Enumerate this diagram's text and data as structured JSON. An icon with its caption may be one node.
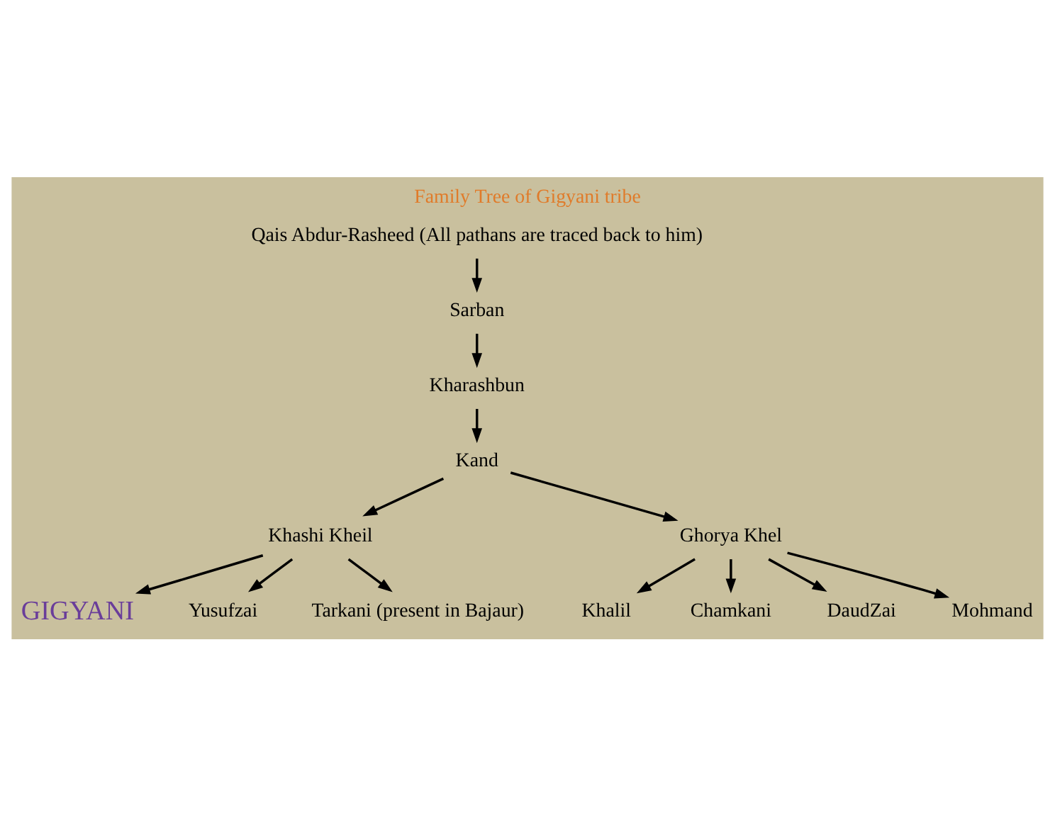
{
  "diagram": {
    "title": "Family Tree of Gigyani tribe",
    "nodes": [
      {
        "text": [
          "Qais Abdur-Rasheed (All pathans are traced back to him)"
        ]
      },
      {
        "text": [
          "Sarban"
        ]
      },
      {
        "text": [
          "Kharashbun"
        ]
      },
      {
        "text": [
          "Kand"
        ]
      },
      {
        "text": [
          "Khashi Kheil"
        ]
      },
      {
        "text": [
          "Ghorya Khel"
        ]
      },
      {
        "text": [
          "GIGYANI"
        ]
      },
      {
        "text": [
          "Yusufzai"
        ]
      },
      {
        "text": [
          "Tarkani (present in Bajaur)"
        ]
      },
      {
        "text": [
          "Khalil"
        ]
      },
      {
        "text": [
          "Chamkani"
        ]
      },
      {
        "text": [
          "DaudZai"
        ]
      },
      {
        "text": [
          "Mohmand"
        ]
      }
    ],
    "edges": [
      {
        "from": 0,
        "to": 1,
        "arrow": "to"
      },
      {
        "from": 1,
        "to": 2,
        "arrow": "to"
      },
      {
        "from": 2,
        "to": 3,
        "arrow": "to"
      },
      {
        "from": 3,
        "to": 4,
        "arrow": "to"
      },
      {
        "from": 3,
        "to": 5,
        "arrow": "to"
      },
      {
        "from": 4,
        "to": 6,
        "arrow": "to"
      },
      {
        "from": 4,
        "to": 7,
        "arrow": "to"
      },
      {
        "from": 4,
        "to": 8,
        "arrow": "to"
      },
      {
        "from": 5,
        "to": 9,
        "arrow": "to"
      },
      {
        "from": 5,
        "to": 10,
        "arrow": "to"
      },
      {
        "from": 5,
        "to": 11,
        "arrow": "to"
      },
      {
        "from": 5,
        "to": 12,
        "arrow": "to"
      }
    ]
  }
}
